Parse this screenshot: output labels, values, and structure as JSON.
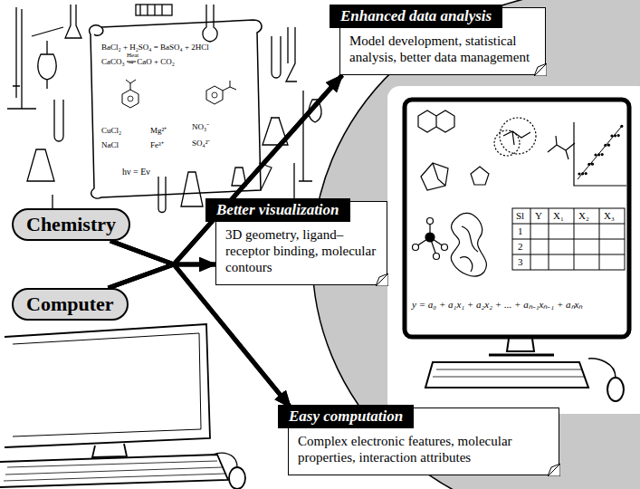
{
  "diagram": {
    "nodes": [
      {
        "text": [
          "Chemistry"
        ]
      },
      {
        "text": [
          "Computer"
        ]
      },
      {
        "text": [
          "Enhanced data analysis",
          "Model development, statistical analysis, better data management"
        ]
      },
      {
        "text": [
          "Better visualization",
          "3D geometry, ligand–receptor binding, molecular contours"
        ]
      },
      {
        "text": [
          "Easy computation",
          "Complex electronic features, molecular properties, interaction attributes"
        ]
      }
    ],
    "edges": [
      {
        "from": 0,
        "to": 2,
        "arrow": "to"
      },
      {
        "from": 0,
        "to": 3,
        "arrow": "to"
      },
      {
        "from": 0,
        "to": 4,
        "arrow": "to"
      },
      {
        "from": 1,
        "to": 2,
        "arrow": "to"
      },
      {
        "from": 1,
        "to": 3,
        "arrow": "to"
      },
      {
        "from": 1,
        "to": 4,
        "arrow": "to"
      }
    ],
    "labels": [
      "BaCl₂ + H₂SO₄ = BaSO₄ + 2HCl",
      "Heat",
      "CaCO₃ → CaO + CO₂",
      "CuCl₂",
      "NaCl",
      "Mg²⁺",
      "Fe³⁺",
      "NO₃⁻",
      "SO₄²⁻",
      "hν = Eν",
      "y = a₀ + a₁x₁ + a₂x₂ + ... + aₙ₋₁xₙ₋₁ + aₙxₙ",
      "Sl",
      "Y",
      "X₁",
      "X₂",
      "X₃",
      "1",
      "2",
      "3"
    ]
  }
}
